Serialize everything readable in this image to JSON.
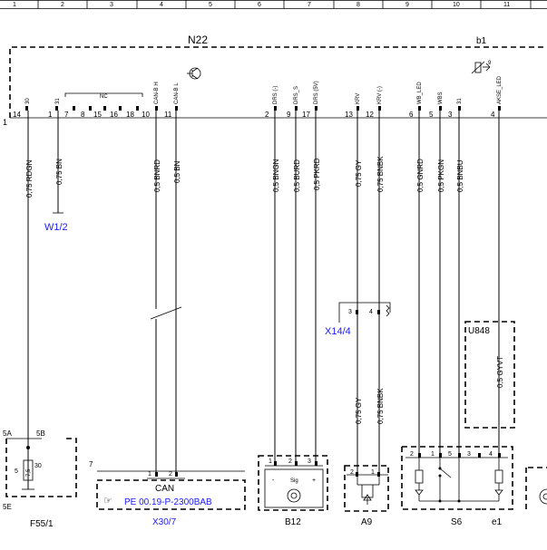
{
  "grid": [
    "1",
    "2",
    "3",
    "4",
    "5",
    "6",
    "7",
    "8",
    "9",
    "10",
    "11"
  ],
  "n22": {
    "label": "N22",
    "b1": "b1",
    "b1_pin": "9",
    "left_pin_num": "1",
    "nc_label": "NC",
    "pins": [
      {
        "num": "14",
        "name": "30"
      },
      {
        "num": "1",
        "name": "31"
      },
      {
        "num": "7",
        "name": ""
      },
      {
        "num": "8",
        "name": ""
      },
      {
        "num": "15",
        "name": ""
      },
      {
        "num": "16",
        "name": ""
      },
      {
        "num": "18",
        "name": ""
      },
      {
        "num": "10",
        "name": "CAN-B H"
      },
      {
        "num": "11",
        "name": "CAN-B L"
      },
      {
        "num": "2",
        "name": "DRS (-)"
      },
      {
        "num": "9",
        "name": "DRS_S"
      },
      {
        "num": "17",
        "name": "DRS (5V)"
      },
      {
        "num": "13",
        "name": "KRV"
      },
      {
        "num": "12",
        "name": "KRV (-)"
      },
      {
        "num": "6",
        "name": "WB_LED"
      },
      {
        "num": "5",
        "name": "WBS"
      },
      {
        "num": "3",
        "name": "31"
      },
      {
        "num": "4",
        "name": "AKSE_LED"
      }
    ]
  },
  "wires": {
    "upper": [
      "0,75 RDGN",
      "0,75 BN",
      "0,5 BNRD",
      "0,5 BN",
      "0,5 BNGN",
      "0,5 BURD",
      "0,5 PKRD",
      "0,75 GY",
      "0,75 BNBK",
      "0,5 GNRD",
      "0,5 PKGN",
      "0,5 BNBU"
    ],
    "lower": [
      "0,75 GY",
      "0,75 BNBK",
      "0,5 GYVT"
    ]
  },
  "refs": {
    "w1": "W1/2",
    "x14": "X14/4",
    "x14_pins": [
      "3",
      "4"
    ],
    "u848": "U848"
  },
  "components": {
    "f55": {
      "label": "F55/1",
      "t5a": "5A",
      "t5b": "5B",
      "t5e": "5E",
      "p5": "5",
      "rating": "7,5",
      "p30": "30"
    },
    "x30": {
      "label": "X30/7",
      "pin7": "7",
      "pins": [
        "1",
        "2"
      ],
      "can": "CAN",
      "pe": "PE 00.19-P-2300BAB"
    },
    "b12": {
      "label": "B12",
      "pins": [
        "1",
        "2",
        "3"
      ],
      "minus": "-",
      "sig": "Sig",
      "plus": "+"
    },
    "a9": {
      "label": "A9",
      "pins": [
        "2",
        "1"
      ]
    },
    "s6": {
      "label": "S6",
      "pins": [
        "2",
        "1",
        "5",
        "3",
        "4"
      ]
    },
    "e1": {
      "label": "e1"
    }
  }
}
